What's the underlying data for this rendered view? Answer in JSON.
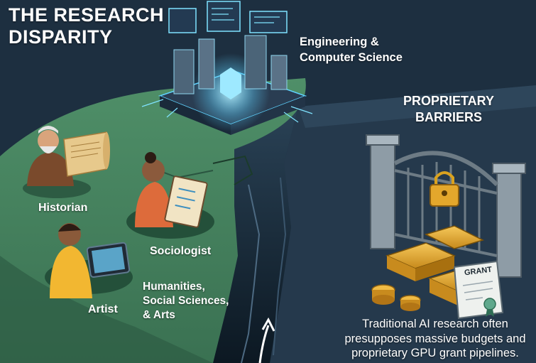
{
  "title": {
    "line1": "THE RESEARCH",
    "line2": "DISPARITY"
  },
  "engineering_label": {
    "line1": "Engineering &",
    "line2": "Computer Science"
  },
  "barriers_label": {
    "line1": "PROPRIETARY",
    "line2": "BARRIERS"
  },
  "people": {
    "historian": "Historian",
    "sociologist": "Sociologist",
    "artist": "Artist"
  },
  "humanities_label": {
    "line1": "Humanities,",
    "line2": "Social Sciences,",
    "line3": "& Arts"
  },
  "grant_label": "GRANT",
  "caption": {
    "line1": "Traditional AI research often",
    "line2": "presupposes massive budgets and",
    "line3": "proprietary GPU grant pipelines."
  },
  "colors": {
    "background": "#1d2f40",
    "landmass": "#3f7a5a",
    "chasm": "#0e1b27",
    "gold": "#e3a72c",
    "tech_glow": "#7fe3ff"
  },
  "icons": [
    "scroll-icon",
    "clipboard-icon",
    "tablet-icon",
    "padlock-icon",
    "gate-icon",
    "gold-bars-icon",
    "coin-icon",
    "certificate-icon",
    "chip-city-icon",
    "arrow-icon"
  ]
}
